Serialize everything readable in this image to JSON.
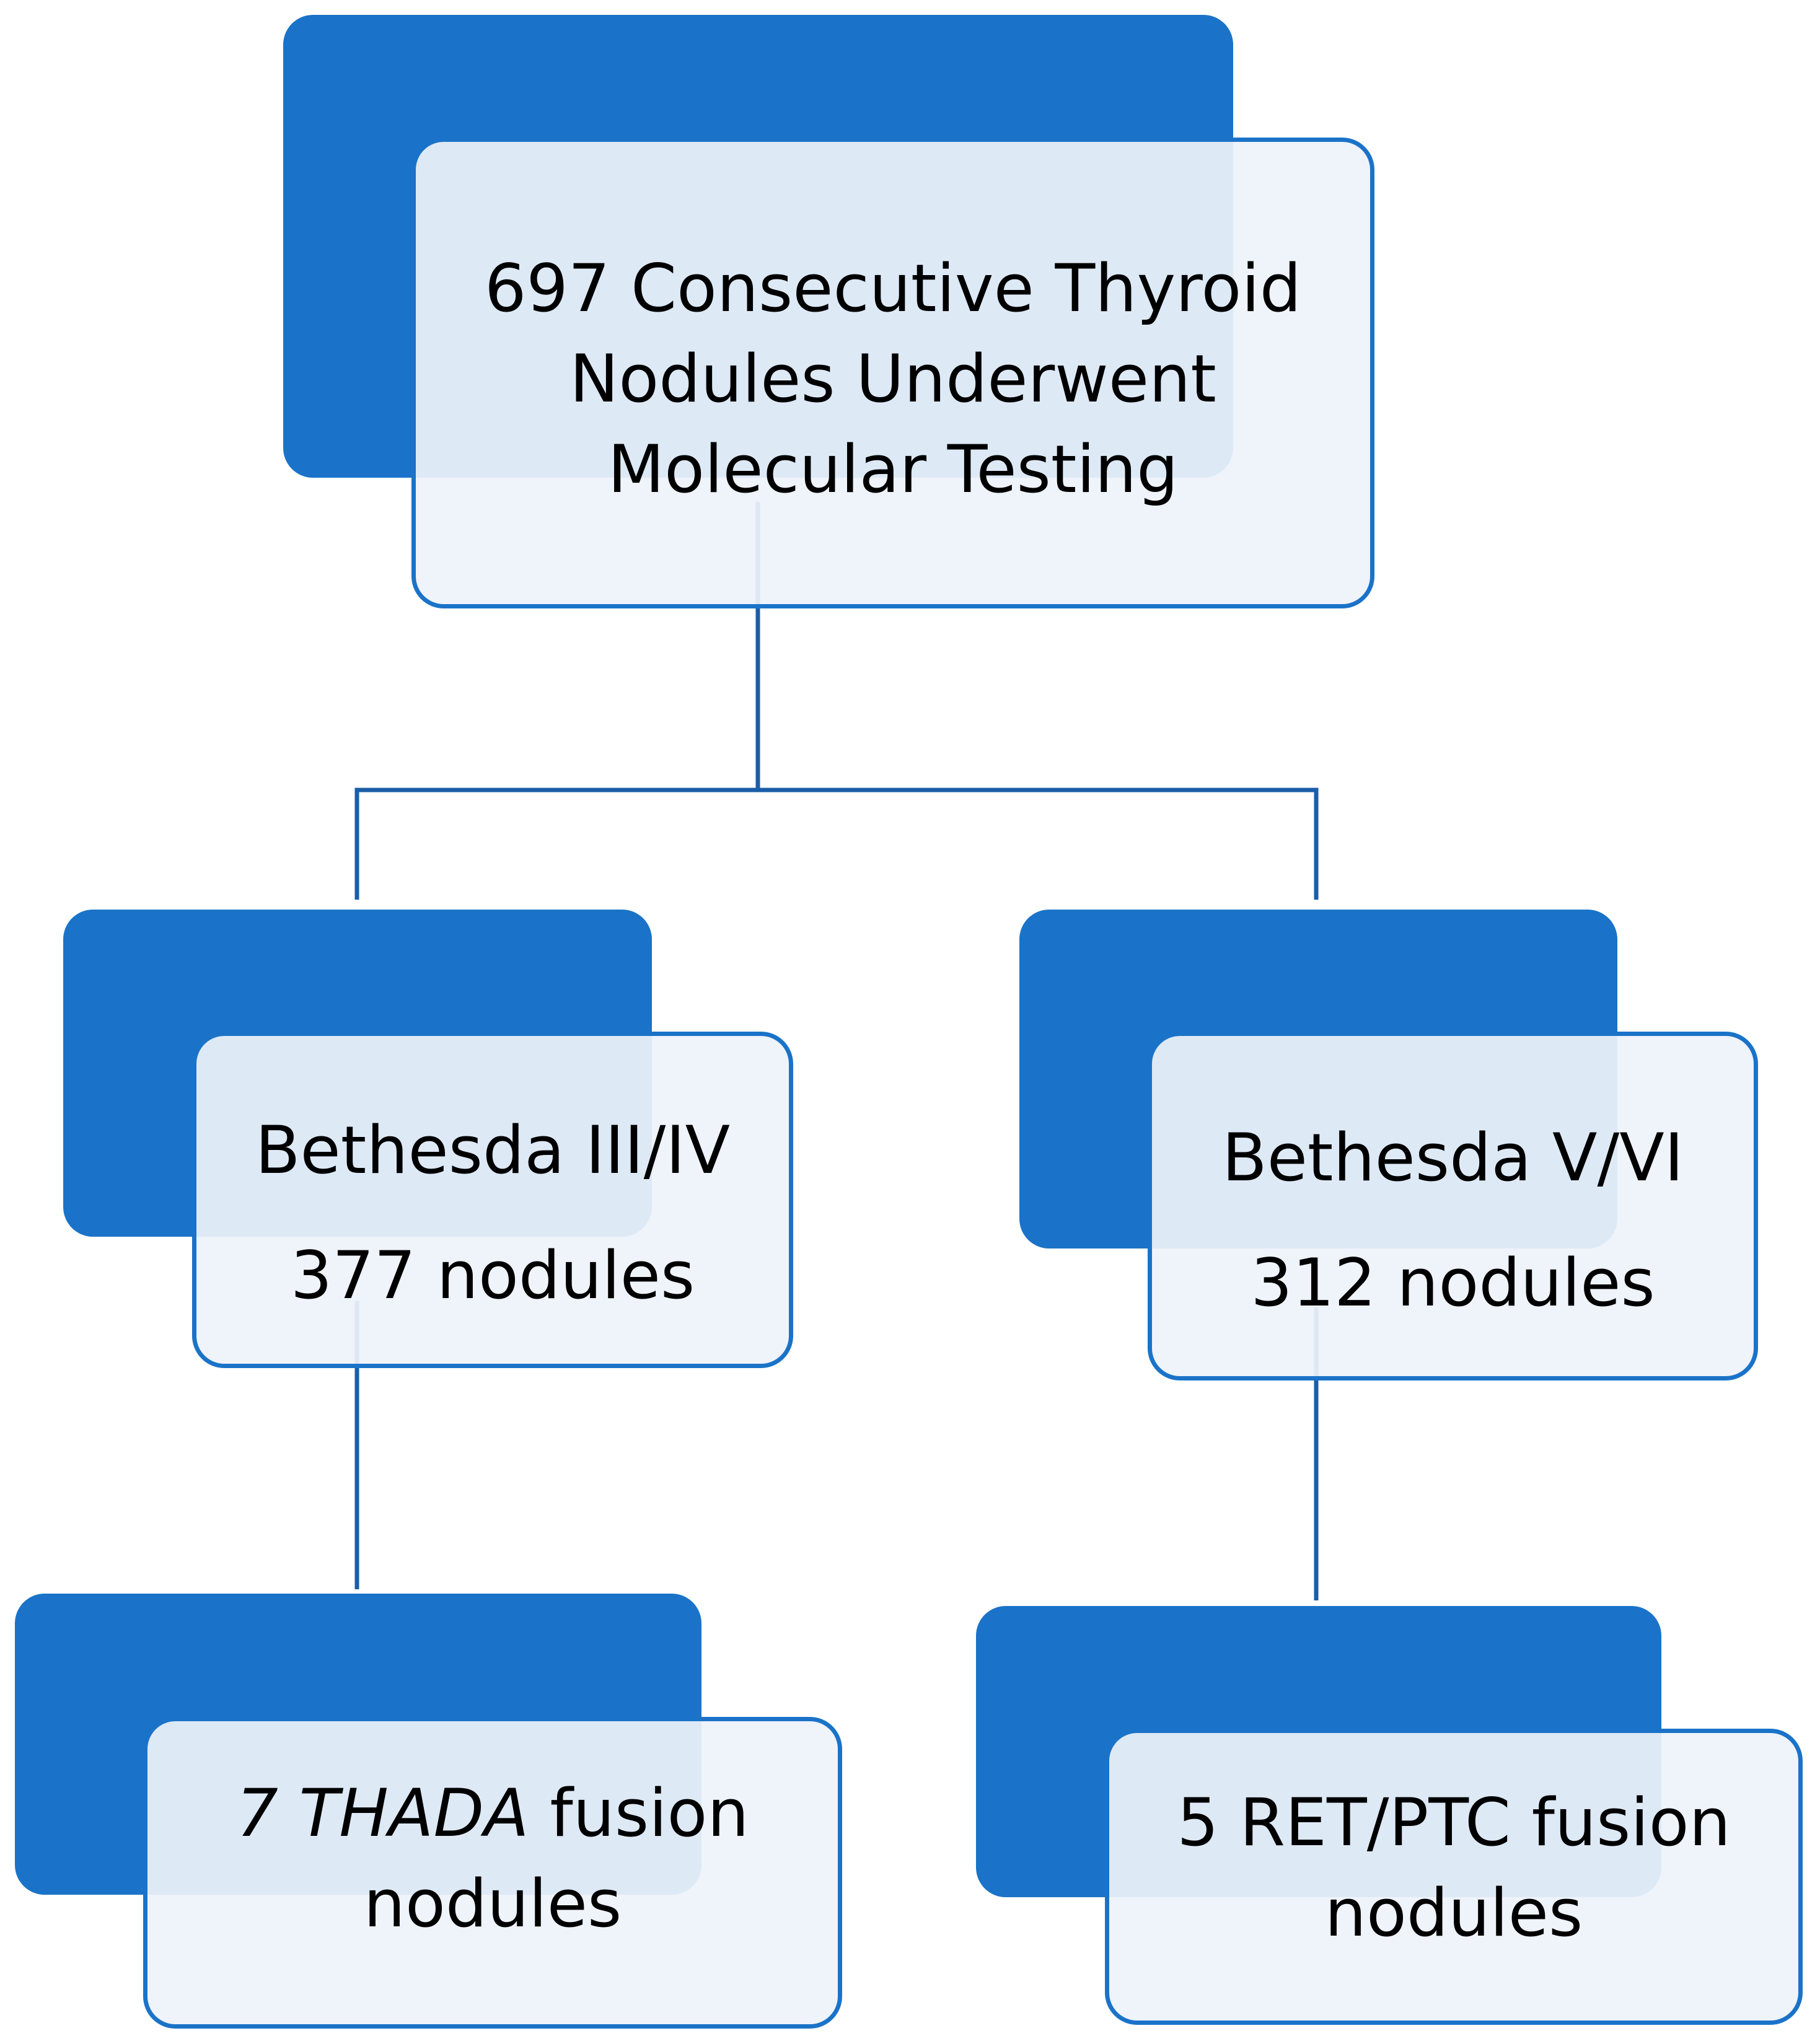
{
  "colors": {
    "accent": "#1a73c8",
    "box_fill": "#eef2fa",
    "text": "#000000",
    "background": "#ffffff"
  },
  "nodes": {
    "root": {
      "lines": [
        "697 Consecutive Thyroid",
        "Nodules Underwent",
        "Molecular Testing"
      ]
    },
    "bethesda_3_4": {
      "title": "Bethesda III/IV",
      "count": "377 nodules"
    },
    "bethesda_5_6": {
      "title": "Bethesda V/VI",
      "count": "312 nodules"
    },
    "thada": {
      "italic_prefix": "7 THADA",
      "suffix": " fusion",
      "line2": "nodules"
    },
    "ret_ptc": {
      "line1": "5 RET/PTC fusion",
      "line2": "nodules"
    }
  },
  "edges": [
    {
      "from": "root",
      "to": "bethesda_3_4"
    },
    {
      "from": "root",
      "to": "bethesda_5_6"
    },
    {
      "from": "bethesda_3_4",
      "to": "thada"
    },
    {
      "from": "bethesda_5_6",
      "to": "ret_ptc"
    }
  ]
}
